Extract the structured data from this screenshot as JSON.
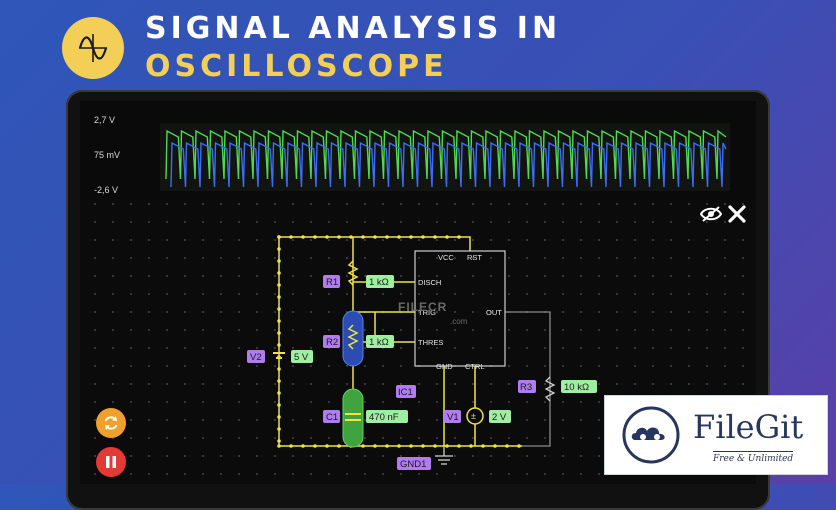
{
  "header": {
    "line1": "SIGNAL ANALYSIS IN",
    "line2": "OSCILLOSCOPE",
    "logo_icon": "sine-wave-icon",
    "accent": "#f4cf57"
  },
  "oscilloscope": {
    "labels": [
      "2,7 V",
      "75 mV",
      "-2,6 V"
    ],
    "trace_colors": [
      "#4ddc4d",
      "#3d6cf5"
    ]
  },
  "circuit": {
    "components": {
      "r1": {
        "name": "R1",
        "value": "1 kΩ"
      },
      "r2": {
        "name": "R2",
        "value": "1 kΩ"
      },
      "r3": {
        "name": "R3",
        "value": "10 kΩ"
      },
      "c1": {
        "name": "C1",
        "value": "470 nF"
      },
      "v1": {
        "name": "V1",
        "value": "2 V"
      },
      "v2": {
        "name": "V2",
        "value": "5 V"
      },
      "ic1": {
        "name": "IC1"
      },
      "gnd1": {
        "name": "GND1"
      }
    },
    "ic_pins": {
      "vcc": "VCC",
      "rst": "RST",
      "disch": "DISCH",
      "trig": "TRIG",
      "thres": "THRES",
      "out": "OUT",
      "gnd": "GND",
      "ctrl": "CTRL"
    }
  },
  "controls": {
    "visibility_icon": "eye-slash-icon",
    "close_icon": "close-icon",
    "reset_icon": "refresh-icon",
    "pause_icon": "pause-icon"
  },
  "watermark": {
    "text": "FILECR",
    "sub": ".com"
  },
  "brand": {
    "name": "FileGit",
    "tagline": "Free & Unlimited"
  }
}
